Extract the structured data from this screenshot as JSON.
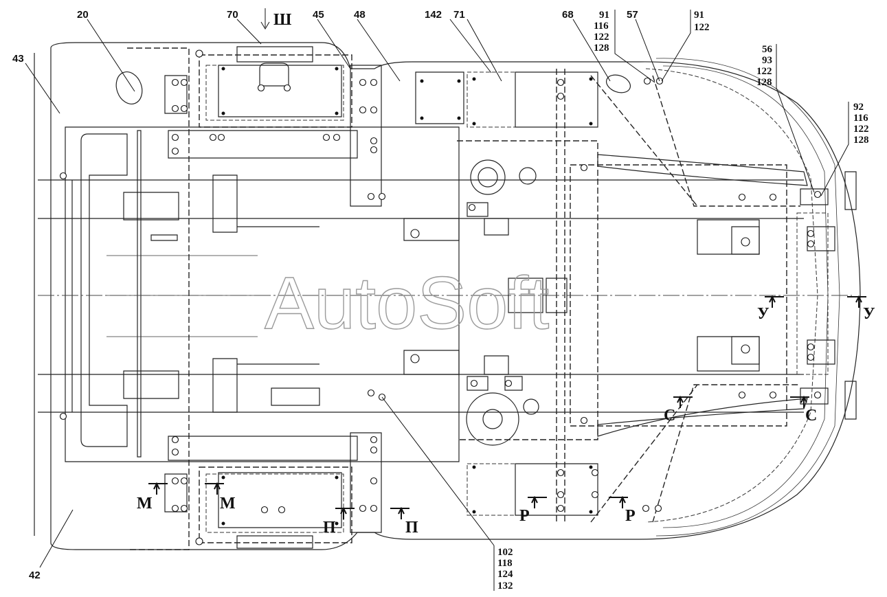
{
  "watermark": "AutoSoft",
  "callouts": {
    "c20": "20",
    "c43": "43",
    "c70": "70",
    "c45": "45",
    "c48": "48",
    "c142": "142",
    "c71": "71",
    "c68": "68",
    "c57": "57",
    "c42": "42"
  },
  "stacks": {
    "s1": [
      "91",
      "116",
      "122",
      "128"
    ],
    "s2": [
      "91",
      "122"
    ],
    "s3": [
      "56",
      "93",
      "122",
      "128"
    ],
    "s4": [
      "92",
      "116",
      "122",
      "128"
    ],
    "s5": [
      "102",
      "118",
      "124",
      "132"
    ]
  },
  "section_marks": {
    "view_arrow": "Ш",
    "m": "М",
    "p": "П",
    "r": "Р",
    "u": "У",
    "s": "С"
  }
}
